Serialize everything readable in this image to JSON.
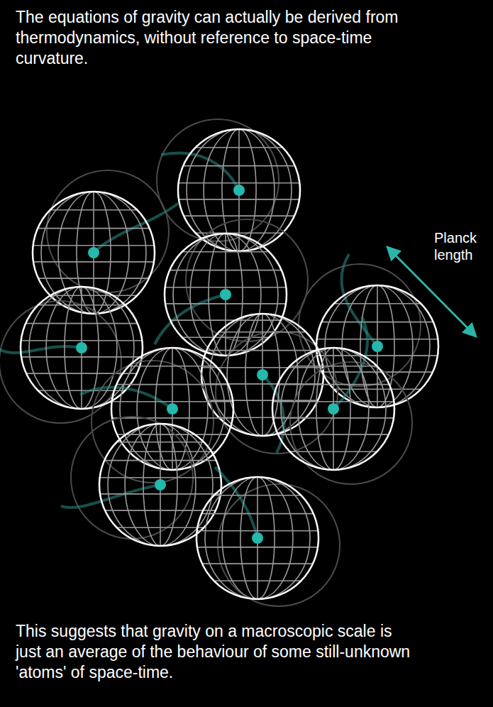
{
  "diagram": {
    "title": "The equations of gravity can actually be derived from thermodynamics, without reference to space-time curvature.",
    "caption": "This suggests that gravity on a macroscopic scale is just an average of the behaviour of some still-unknown 'atoms' of space-time.",
    "labels": [
      "Planck length"
    ]
  }
}
